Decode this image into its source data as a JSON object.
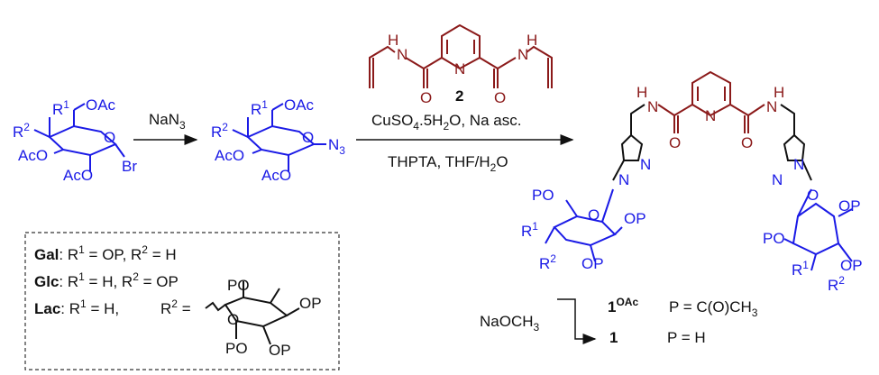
{
  "colors": {
    "sugar": "#1a1ae6",
    "linker": "#8b1a1a",
    "text": "#111111"
  },
  "start_material": {
    "R1": "R",
    "R1_sup": "1",
    "R2": "R",
    "R2_sup": "2",
    "OAc_top": "OAc",
    "AcO_left": "AcO",
    "AcO_bottom": "AcO",
    "Br": "Br"
  },
  "step1": {
    "reagent": "NaN",
    "reagent_sub": "3"
  },
  "azide": {
    "R1": "R",
    "R1_sup": "1",
    "R2": "R",
    "R2_sup": "2",
    "OAc_top": "OAc",
    "AcO_left": "AcO",
    "AcO_bottom": "AcO",
    "N": "N",
    "N_sub": "3"
  },
  "linker": {
    "label": "2",
    "H": "H",
    "N": "N",
    "O": "O"
  },
  "step2": {
    "reagent_line1_a": "CuSO",
    "reagent_line1_sub": "4",
    "reagent_line1_b": ".5H",
    "reagent_line1_sub2": "2",
    "reagent_line1_c": "O, Na asc.",
    "reagent_line2_a": "THPTA, THF/H",
    "reagent_line2_sub": "2",
    "reagent_line2_b": "O"
  },
  "product": {
    "PO_left": "PO",
    "OP1": "OP",
    "OP2": "OP",
    "R1": "R",
    "R1_sup": "1",
    "R2": "R",
    "R2_sup": "2",
    "PO_right": "PO",
    "OP3": "OP",
    "OP4": "OP",
    "R1b": "R",
    "R1b_sup": "1",
    "R2b": "R",
    "R2b_sup": "2",
    "N": "N",
    "H": "H",
    "O": "O"
  },
  "legend": {
    "gal_name": "Gal",
    "gal_def": ": R",
    "gal_def2": " = OP, R",
    "gal_def3": " = H",
    "glc_name": "Glc",
    "glc_def": ": R",
    "glc_def2": " = H, R",
    "glc_def3": " = OP",
    "lac_name": "Lac",
    "lac_def": ": R",
    "lac_def2": " = H,",
    "lac_r2": "R",
    "lac_r2_b": " =",
    "PO1": "PO",
    "OP1": "OP",
    "OP2": "OP",
    "PO2": "PO",
    "sup1": "1",
    "sup2": "2"
  },
  "deprotection": {
    "reagent": "NaOCH",
    "reagent_sub": "3",
    "product1_label": "1",
    "product1_sup": "OAc",
    "product1_def": "P = C(O)CH",
    "product1_def_sub": "3",
    "product2_label": "1",
    "product2_def": "P = H"
  }
}
